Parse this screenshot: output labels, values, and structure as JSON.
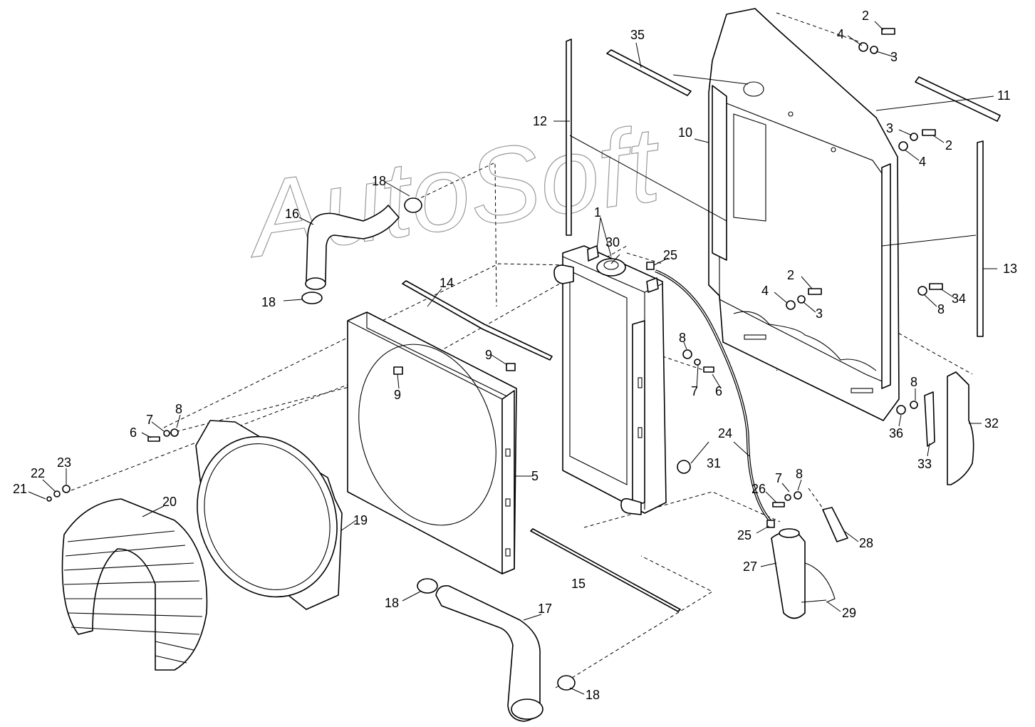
{
  "diagram": {
    "watermark": "AutoSoft",
    "callouts": [
      "1",
      "2",
      "3",
      "4",
      "5",
      "6",
      "7",
      "8",
      "9",
      "10",
      "11",
      "12",
      "13",
      "14",
      "15",
      "16",
      "17",
      "18",
      "19",
      "20",
      "21",
      "22",
      "23",
      "24",
      "25",
      "26",
      "27",
      "28",
      "29",
      "30",
      "31",
      "32",
      "33",
      "34",
      "35",
      "36"
    ]
  }
}
